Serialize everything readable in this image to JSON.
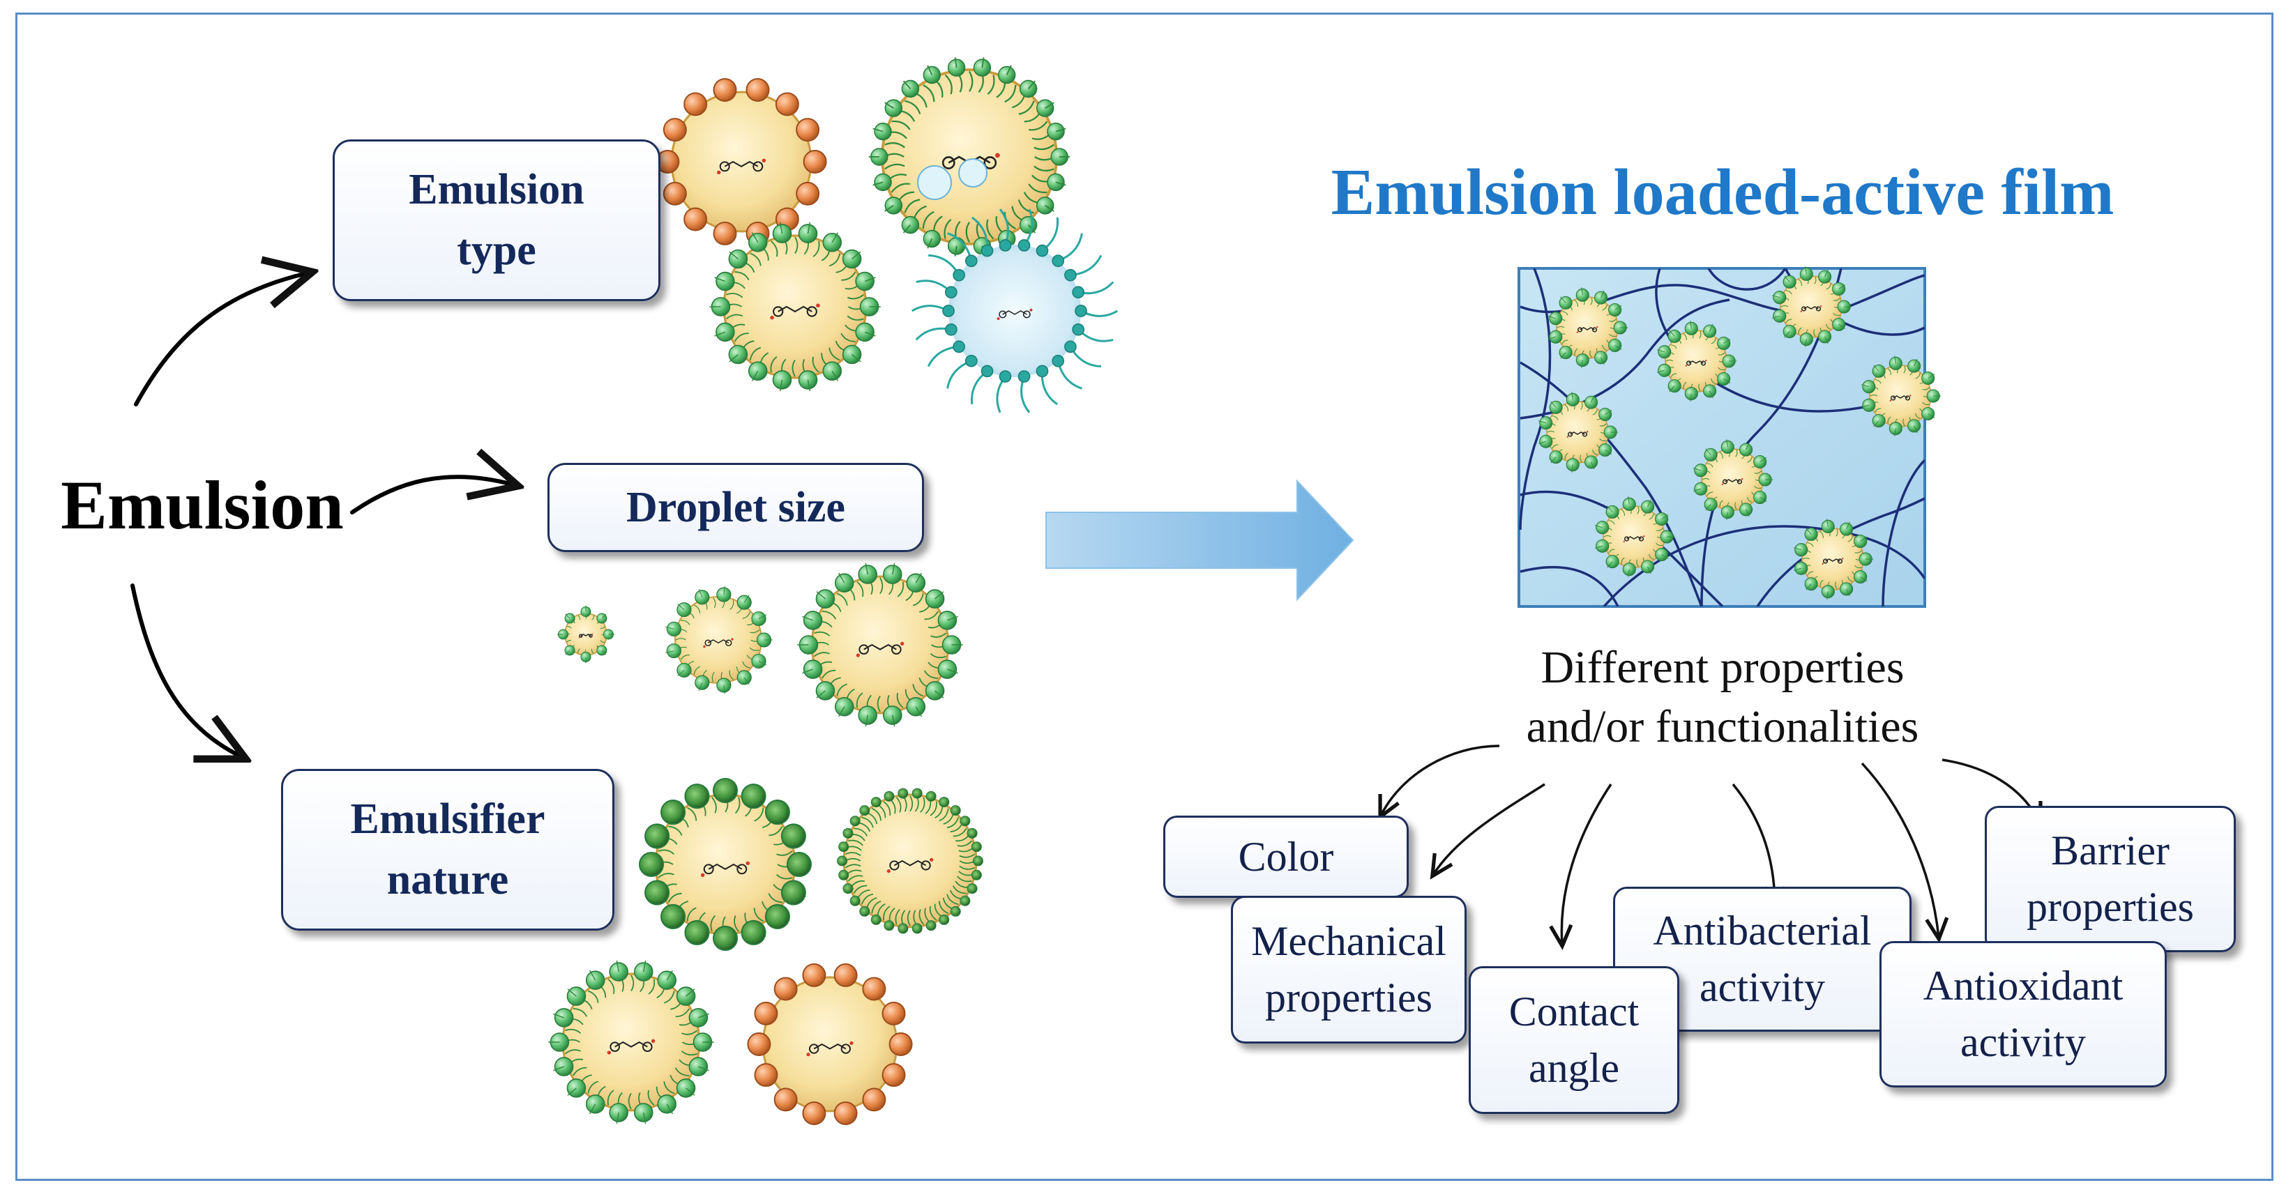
{
  "left": {
    "root_label": "Emulsion",
    "factors": [
      {
        "id": "emulsion-type",
        "label": "Emulsion type"
      },
      {
        "id": "droplet-size",
        "label": "Droplet size"
      },
      {
        "id": "emulsifier-nature",
        "label": "Emulsifier nature"
      }
    ]
  },
  "right": {
    "title": "Emulsion loaded-active film",
    "subtitle_line1": "Different properties",
    "subtitle_line2": "and/or functionalities",
    "properties": [
      {
        "id": "color",
        "label": "Color"
      },
      {
        "id": "mechanical",
        "label": "Mechanical properties"
      },
      {
        "id": "contact",
        "label": "Contact angle"
      },
      {
        "id": "antibacterial",
        "label": "Antibacterial activity"
      },
      {
        "id": "antioxidant",
        "label": "Antioxidant activity"
      },
      {
        "id": "barrier",
        "label": "Barrier properties"
      }
    ]
  },
  "colors": {
    "frame": "#5b8ec7",
    "title_blue": "#1f78c8",
    "box_text": "#14285a",
    "droplet_core": "#f6df9c",
    "emulsifier_green": "#5bbf6e",
    "emulsifier_orange": "#e8884a",
    "micelle_teal": "#2aa8a0",
    "film_bg": "#b9dcef",
    "arrow_blue": "#8cc2e8"
  }
}
